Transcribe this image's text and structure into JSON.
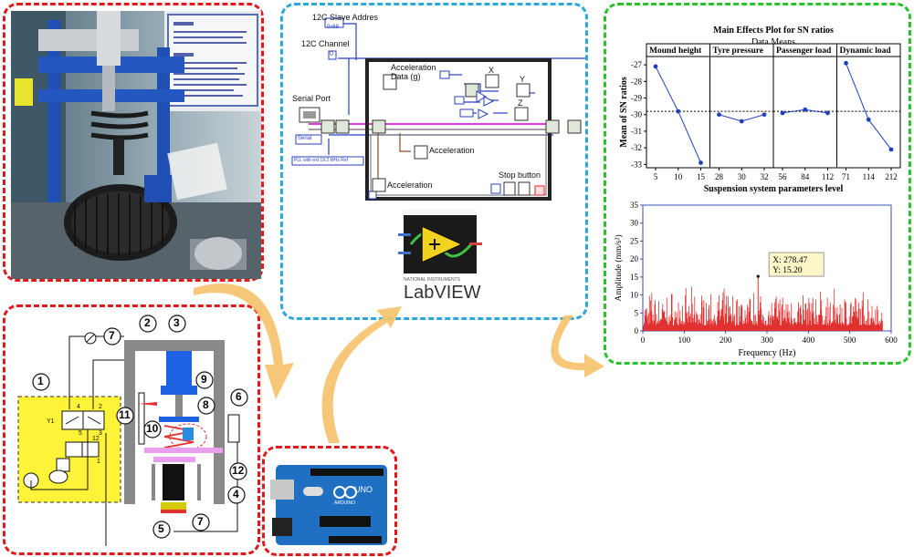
{
  "labview": {
    "slave_address_label": "12C Slave Addres",
    "slave_address_value": "0x68",
    "channel_label": "12C Channel",
    "channel_value": "0",
    "serial_port_label": "Serial Port",
    "serial_value": "Serial",
    "pll_value": "PLL with ext 19.2 MHz Ref",
    "acceleration_data_label": "Acceleration Data (g)",
    "acceleration_label_1": "Acceleration",
    "acceleration_label_2": "Acceleration",
    "stop_button_label": "Stop button",
    "axis_x": "X",
    "axis_y": "Y",
    "axis_z": "Z",
    "logo_company": "NATIONAL INSTRUMENTS",
    "logo_product": "LabVIEW"
  },
  "schematic": {
    "numbers": [
      "1",
      "2",
      "3",
      "4",
      "5",
      "6",
      "7",
      "7",
      "8",
      "9",
      "10",
      "11",
      "12"
    ],
    "valve_labels": [
      "Y1",
      "4",
      "2",
      "5",
      "3",
      "12",
      "1"
    ]
  },
  "arduino": {
    "brand": "ARDUINO",
    "model": "UNO"
  },
  "chart_data": [
    {
      "type": "line",
      "title": "Main Effects Plot for SN ratios",
      "subtitle": "Data Means",
      "ylabel": "Mean of SN ratios",
      "xlabel": "Suspension system parameters level",
      "ylim": [
        -33.2,
        -26.5
      ],
      "yticks": [
        -27,
        -28,
        -29,
        -30,
        -31,
        -32,
        -33
      ],
      "reference_line": -29.8,
      "panels": [
        {
          "name": "Mound height",
          "x": [
            "5",
            "10",
            "15"
          ],
          "values": [
            -27.1,
            -29.8,
            -32.9
          ]
        },
        {
          "name": "Tyre pressure",
          "x": [
            "28",
            "30",
            "32"
          ],
          "values": [
            -30.0,
            -30.4,
            -30.0
          ]
        },
        {
          "name": "Passenger load",
          "x": [
            "56",
            "84",
            "112"
          ],
          "values": [
            -29.9,
            -29.7,
            -29.9
          ]
        },
        {
          "name": "Dynamic load",
          "x": [
            "71",
            "114",
            "212"
          ],
          "values": [
            -26.9,
            -30.3,
            -32.1
          ]
        }
      ]
    },
    {
      "type": "line",
      "title": "",
      "xlabel": "Frequency (Hz)",
      "ylabel": "Amplitude (mm/s²)",
      "xlim": [
        0,
        600
      ],
      "ylim": [
        0,
        35
      ],
      "xticks": [
        0,
        100,
        200,
        300,
        400,
        500,
        600
      ],
      "yticks": [
        0,
        5,
        10,
        15,
        20,
        25,
        30,
        35
      ],
      "series_color": "#e03030",
      "annotation": {
        "x_text": "X: 278.47",
        "y_text": "Y: 15.20",
        "x": 278.47,
        "y": 15.2
      }
    }
  ]
}
